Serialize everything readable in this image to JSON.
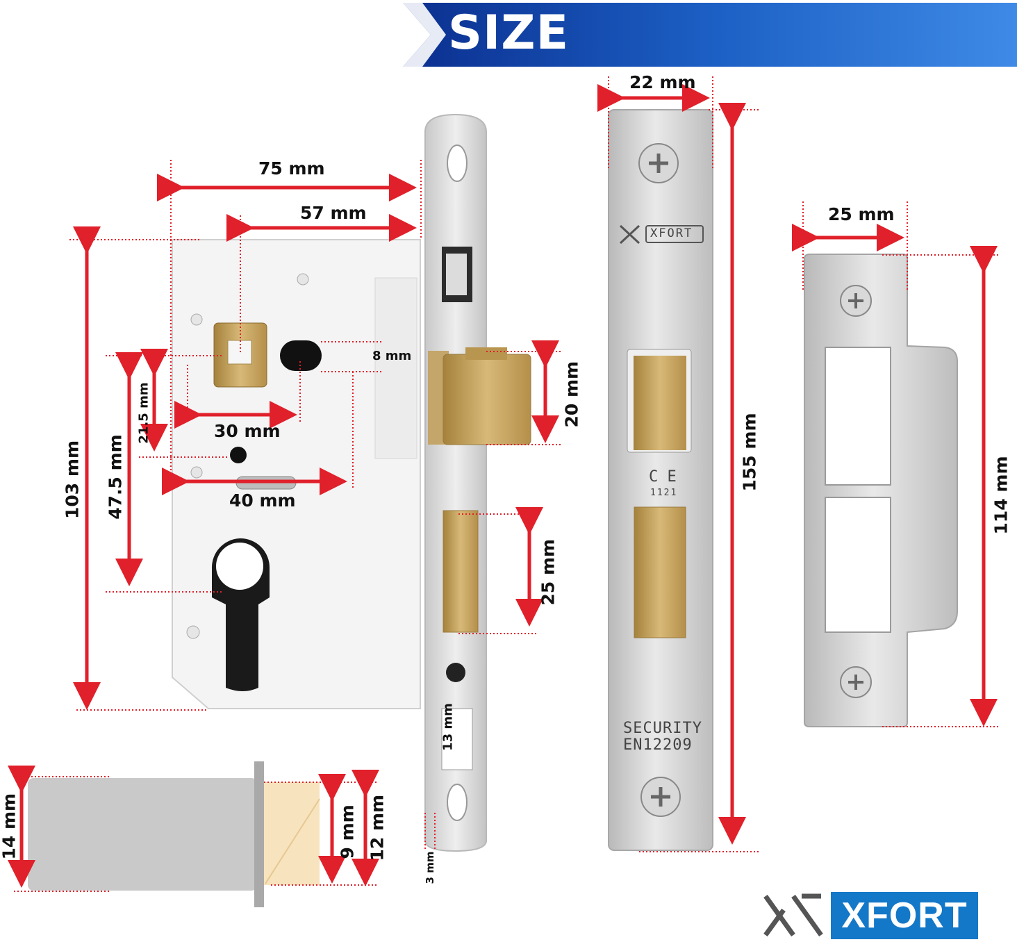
{
  "banner": {
    "title": "SIZE"
  },
  "mortise_lock": {
    "backset_total": "75 mm",
    "backset": "57 mm",
    "follower_offset": "8 mm",
    "spindle_to_latch": "21.5 mm",
    "spindle_to_screw": "30 mm",
    "screw_spacing": "40 mm",
    "lock_height": "103 mm",
    "centre_distance": "47.5 mm",
    "latch_height": "20 mm",
    "deadbolt_height": "25 mm",
    "screw_hole": "13 mm",
    "plate_thickness": "3 mm"
  },
  "faceplate": {
    "width": "22 mm",
    "length": "155 mm",
    "brand": "XFORT",
    "ce_mark": "C E",
    "ce_number": "1121",
    "standard_line1": "SECURITY",
    "standard_line2": "EN12209"
  },
  "strike_plate": {
    "width": "25 mm",
    "length": "114 mm"
  },
  "latch_side": {
    "body_height": "14 mm",
    "tip_height": "9 mm",
    "tip_total": "12 mm"
  },
  "logo": {
    "wordmark": "XFORT",
    "registered": "®"
  },
  "colors": {
    "banner_blue": "#1a4fb8",
    "dimension_red": "#e0202a",
    "brass": "#c9a55e",
    "steel": "#d6d6d6"
  }
}
